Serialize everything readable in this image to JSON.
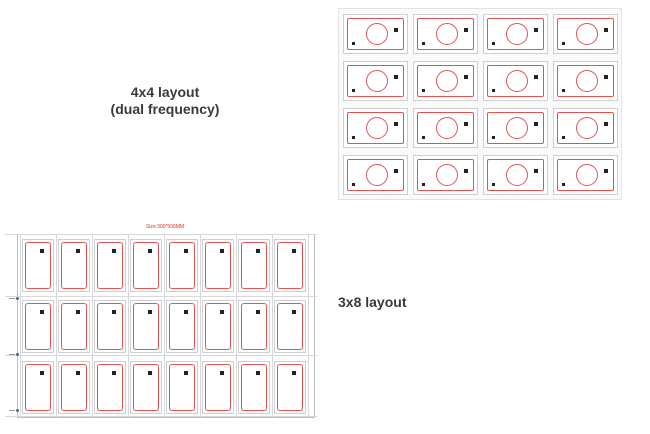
{
  "captions": {
    "layout_4x4_line1": "4x4 layout",
    "layout_4x4_line2": "(dual frequency)",
    "layout_3x8": "3x8 layout"
  },
  "sheet_3x8": {
    "size_label": "Size:300*500MM"
  },
  "colors": {
    "outline": "#e35353",
    "chip": "#222222",
    "caption": "#3a3a3a"
  }
}
